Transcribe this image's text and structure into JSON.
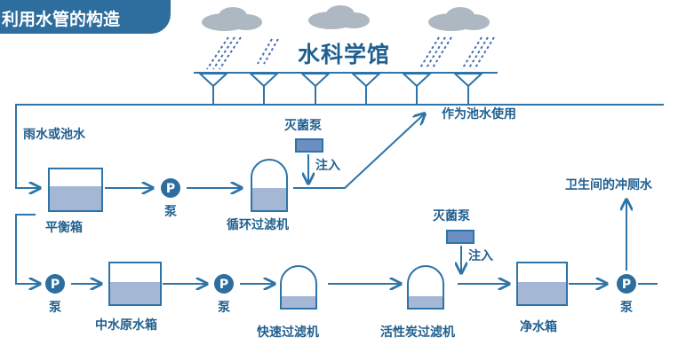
{
  "title": "利用水管的构造",
  "building": "水科学馆",
  "labels": {
    "rain_or_pond": "雨水或池水",
    "pond_use": "作为池水使用",
    "sterilizer_1": "灭菌泵",
    "inject_1": "注入",
    "balance_tank": "平衡箱",
    "pump_1": "泵",
    "circulation_filter": "循环过滤机",
    "toilet": "卫生间的冲厕水",
    "sterilizer_2": "灭菌泵",
    "inject_2": "注入",
    "pump_2": "泵",
    "raw_tank": "中水原水箱",
    "pump_3": "泵",
    "rapid_filter": "快速过滤机",
    "carbon_filter": "活性炭过滤机",
    "clean_tank": "净水箱",
    "pump_4": "泵"
  },
  "pump_symbol": "P",
  "colors": {
    "primary": "#2d6e9e",
    "line": "#2e74a8",
    "water": "#a4b8d6",
    "cloud": "#aeb8c2",
    "rain": "#4a6fb0",
    "sterilizer_box": "#6b8fc2"
  }
}
